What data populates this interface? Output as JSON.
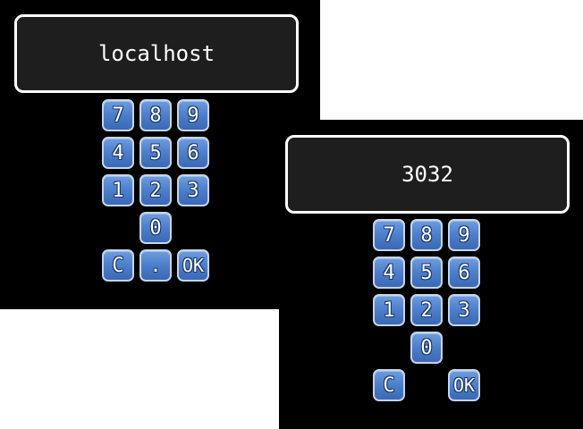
{
  "panels": [
    {
      "display_value": "localhost",
      "keys": {
        "k7": "7",
        "k8": "8",
        "k9": "9",
        "k4": "4",
        "k5": "5",
        "k6": "6",
        "k1": "1",
        "k2": "2",
        "k3": "3",
        "k0": "0",
        "clear": "C",
        "dot": ".",
        "ok": "OK"
      }
    },
    {
      "display_value": "3032",
      "keys": {
        "k7": "7",
        "k8": "8",
        "k9": "9",
        "k4": "4",
        "k5": "5",
        "k6": "6",
        "k1": "1",
        "k2": "2",
        "k3": "3",
        "k0": "0",
        "clear": "C",
        "ok": "OK"
      }
    }
  ],
  "colors": {
    "key_top": "#6d9de0",
    "key_bottom": "#3a69b5",
    "key_border": "#c7d4e6",
    "display_bg": "#1e1e1e",
    "panel_bg": "#000000"
  }
}
